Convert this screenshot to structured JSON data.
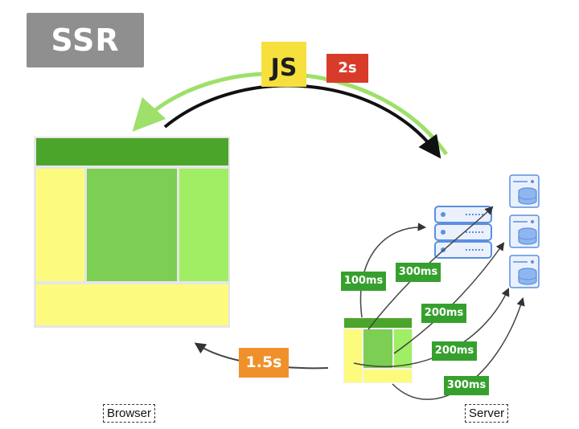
{
  "title": "SSR",
  "js_badge": "JS",
  "request_time": "2s",
  "response_time": "1.5s",
  "server_labels": [
    "100ms",
    "300ms",
    "200ms",
    "200ms",
    "300ms"
  ],
  "browser_label": "Browser",
  "server_label": "Server",
  "colors": {
    "title_bg": "#8f8f8f",
    "js_yellow": "#f7df3e",
    "red": "#d93b2b",
    "orange": "#f0902a",
    "header_green": "#4ca52b",
    "mid_green": "#7ccf52",
    "light_green": "#a0ee63",
    "pale_yellow": "#fdfb7e",
    "label_green": "#36a02e",
    "server_blue": "#5b8fe0"
  }
}
